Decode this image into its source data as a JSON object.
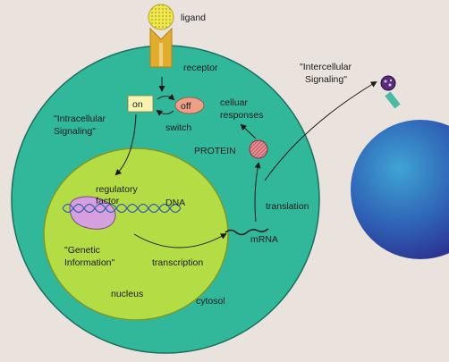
{
  "colors": {
    "background": "#e9e2dd",
    "cell": "#31b89a",
    "nucleus": "#b3dc45",
    "switch_on": "#f6f2b0",
    "switch_off": "#ee9f88",
    "receptor": "#e1ad2f",
    "ligand": "#f0e74c",
    "protein": "#d8787f",
    "regulatory_factor": "#d6a0df",
    "target_cell_dark": "#2a2b8a",
    "target_cell_light": "#3fa4d4"
  },
  "labels": {
    "ligand": "ligand",
    "receptor": "receptor",
    "switch_on": "on",
    "switch_off": "off",
    "switch": "switch",
    "intracellular_line1": "\"Intracellular",
    "intracellular_line2": "Signaling\"",
    "cellular_line1": "celluar",
    "cellular_line2": "responses",
    "protein": "PROTEIN",
    "intercellular_line1": "\"Intercellular",
    "intercellular_line2": "Signaling\"",
    "regulatory_line1": "regulatory",
    "regulatory_line2": "factor",
    "dna": "DNA",
    "genetic_line1": "\"Genetic",
    "genetic_line2": "Information\"",
    "transcription": "transcription",
    "translation": "translation",
    "mrna": "mRNA",
    "nucleus": "nucleus",
    "cytosol": "cytosol"
  }
}
